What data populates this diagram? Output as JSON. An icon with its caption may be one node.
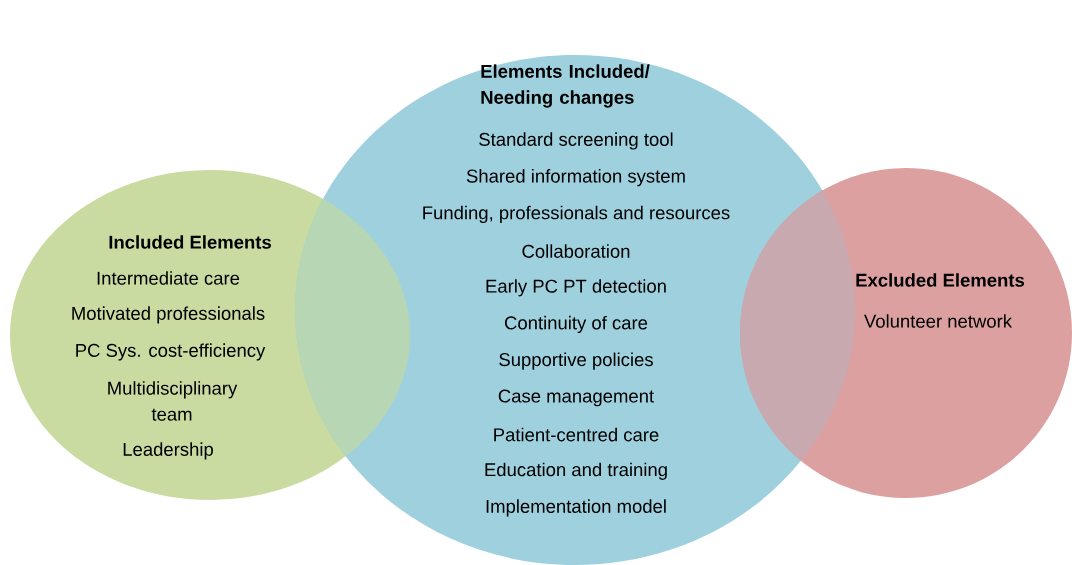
{
  "diagram": {
    "nodes": [
      {
        "text": [
          "Included Elements",
          "Intermediate care",
          "Motivated professionals",
          "PC Sys. cost-efficiency",
          "Multidisciplinary team",
          "Leadership"
        ]
      },
      {
        "text": [
          "Elements Included/ Needing changes",
          "Standard screening tool",
          "Shared information system",
          "Funding, professionals and resources",
          "Collaboration",
          "Early PC PT detection",
          "Continuity of care",
          "Supportive policies",
          "Case management",
          "Patient-centred care",
          "Education and training",
          "Implementation model"
        ]
      },
      {
        "text": [
          "Excluded Elements",
          "Volunteer network"
        ]
      }
    ]
  }
}
